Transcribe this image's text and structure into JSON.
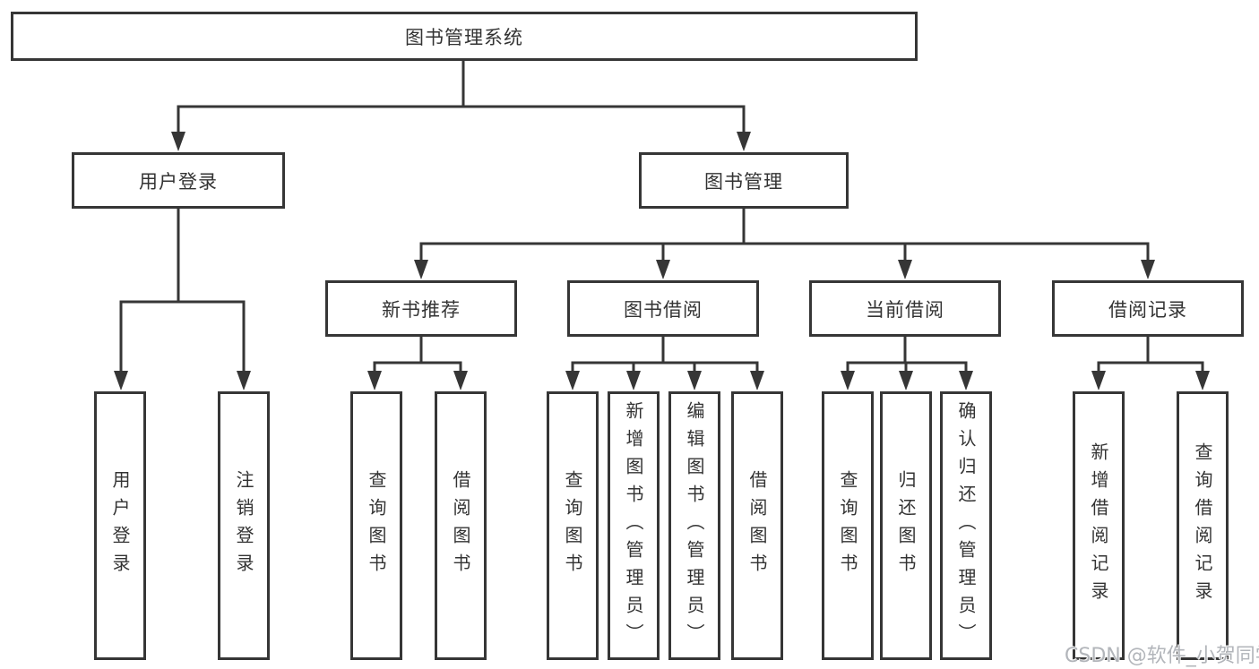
{
  "tree": {
    "root": {
      "label": "图书管理系统",
      "children": [
        {
          "label": "用户登录",
          "children": [
            {
              "label": "用户登录"
            },
            {
              "label": "注销登录"
            }
          ]
        },
        {
          "label": "图书管理",
          "children": [
            {
              "label": "新书推荐",
              "children": [
                {
                  "label": "查询图书"
                },
                {
                  "label": "借阅图书"
                }
              ]
            },
            {
              "label": "图书借阅",
              "children": [
                {
                  "label": "查询图书"
                },
                {
                  "label": "新增图书（管理员）"
                },
                {
                  "label": "编辑图书（管理员）"
                },
                {
                  "label": "借阅图书"
                }
              ]
            },
            {
              "label": "当前借阅",
              "children": [
                {
                  "label": "查询图书"
                },
                {
                  "label": "归还图书"
                },
                {
                  "label": "确认归还（管理员）"
                }
              ]
            },
            {
              "label": "借阅记录",
              "children": [
                {
                  "label": "新增借阅记录"
                },
                {
                  "label": "查询借阅记录"
                }
              ]
            }
          ]
        }
      ]
    }
  },
  "watermark": "CSDN @软件_小贺同学",
  "colors": {
    "line": "#363636",
    "box_border": "#363636",
    "text": "#333333",
    "watermark": "#b2b5ba",
    "background": "#ffffff"
  }
}
